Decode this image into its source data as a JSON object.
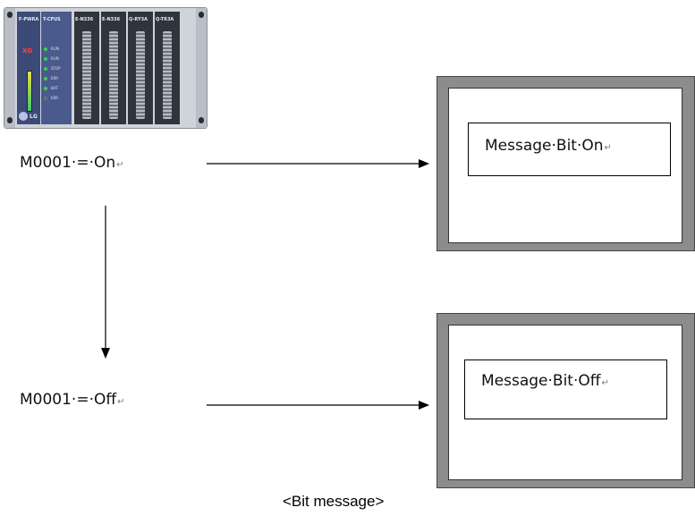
{
  "plc": {
    "modules": [
      "F-PWRA",
      "T-CPUS",
      "E-N336",
      "E-N336",
      "Q-RY3A",
      "Q-TR3A"
    ],
    "brand": "XG",
    "logo_text": "LG",
    "led_labels": [
      "RUN",
      "RUN",
      "STOP",
      "ERR",
      "BAT",
      "ERR"
    ]
  },
  "states": {
    "on": {
      "label": "M0001·=·On",
      "message": "Message·Bit·On"
    },
    "off": {
      "label": "M0001·=·Off",
      "message": "Message·Bit·Off"
    }
  },
  "return_mark": "↵",
  "caption": "<Bit message>",
  "colors": {
    "screen_frame": "#8c8c8c",
    "arrow": "#000000"
  }
}
